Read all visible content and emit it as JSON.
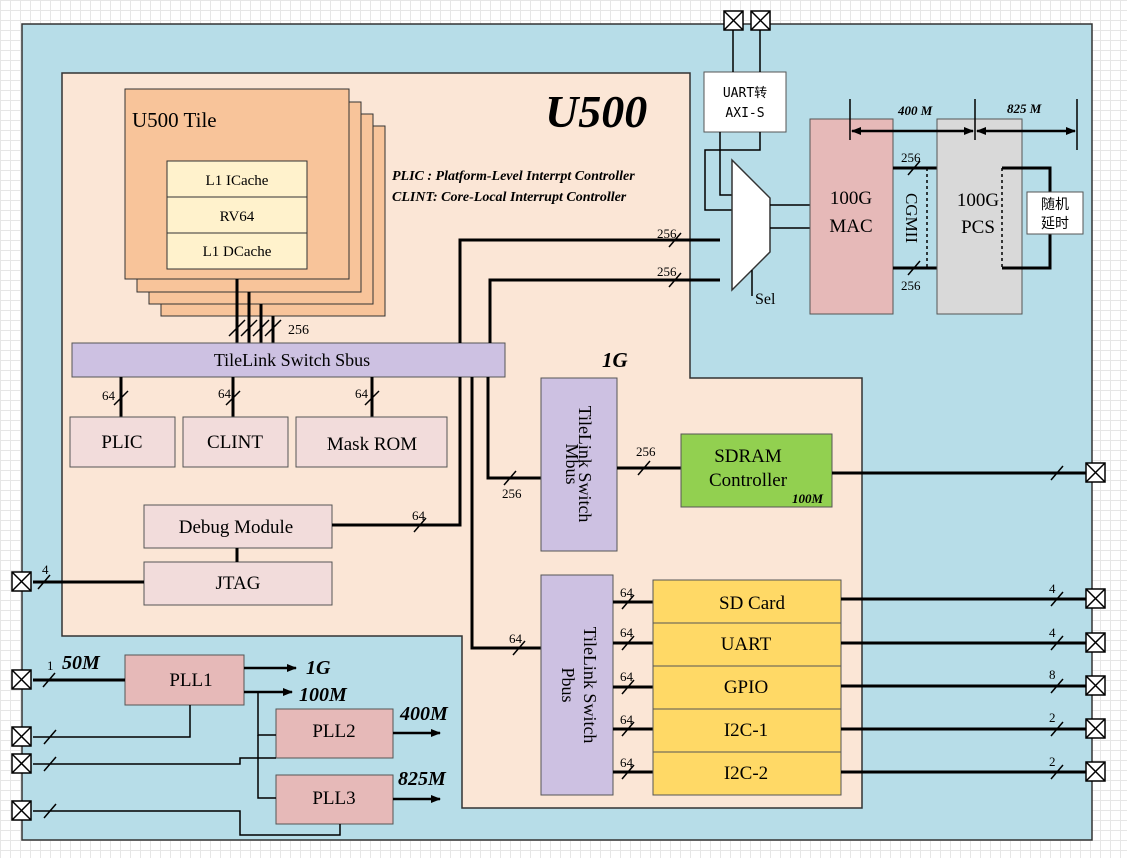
{
  "colors": {
    "outer_bg": "#b7dde8",
    "soc_bg": "#fbe6d6",
    "tile_bg": "#f8c49a",
    "cache_bg": "#fff2cc",
    "bus_bg": "#cdc1e2",
    "periph_bg": "#f2dcdb",
    "sdram_bg": "#92d050",
    "io_bg": "#ffd966",
    "pll_bg": "#e6b9b8",
    "mac_bg": "#e6b9b8",
    "pcs_bg": "#d9d9d9",
    "white": "#ffffff"
  },
  "soc": {
    "title": "U500",
    "tile_title": "U500 Tile",
    "l1_icache": "L1 ICache",
    "rv64": "RV64",
    "l1_dcache": "L1 DCache",
    "note_plic": "PLIC  :  Platform-Level Interrpt Controller",
    "note_clint": "CLINT:  Core-Local Interrupt Controller",
    "freq_1g": "1G"
  },
  "buses": {
    "sbus": "TileLink Switch Sbus",
    "mbus": "TileLink Switch Mbus",
    "pbus": "TileLink Switch Pbus"
  },
  "peripherals": {
    "plic": "PLIC",
    "clint": "CLINT",
    "mask_rom": "Mask ROM",
    "debug": "Debug Module",
    "jtag": "JTAG",
    "sdram": "SDRAM Controller",
    "sdram_freq": "100M",
    "sd_card": "SD Card",
    "uart": "UART",
    "gpio": "GPIO",
    "i2c1": "I2C-1",
    "i2c2": "I2C-2"
  },
  "network": {
    "uart_axis_line1": "UART转",
    "uart_axis_line2": "AXI-S",
    "mux_sel": "Sel",
    "mac_line1": "100G",
    "mac_line2": "MAC",
    "cgmii": "CGMII",
    "pcs_line1": "100G",
    "pcs_line2": "PCS",
    "delay_line1": "随机",
    "delay_line2": "延时",
    "freq_400": "400 M",
    "freq_825": "825 M"
  },
  "clocks": {
    "pll1": "PLL1",
    "pll2": "PLL2",
    "pll3": "PLL3",
    "in_50m": "50M",
    "out_1g": "1G",
    "out_100m": "100M",
    "out_400m": "400M",
    "out_825m": "825M"
  },
  "widths": {
    "w256": "256",
    "w64": "64",
    "w4": "4",
    "w8": "8",
    "w2": "2",
    "w1": "1"
  }
}
